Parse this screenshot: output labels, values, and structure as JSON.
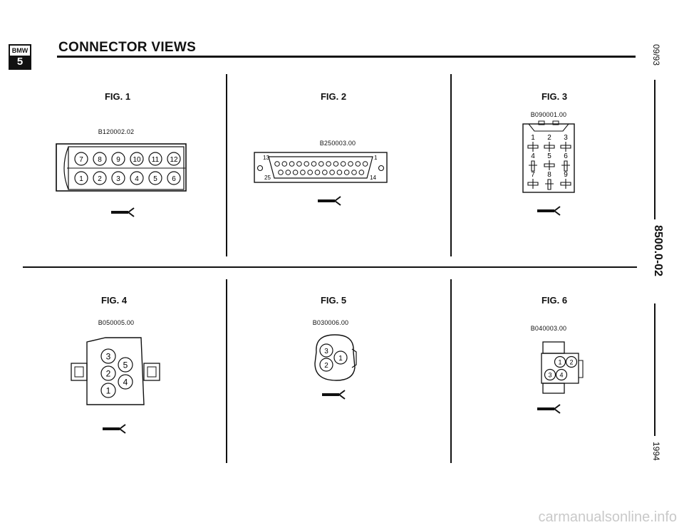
{
  "header": {
    "title": "CONNECTOR VIEWS",
    "logo_top": "BMW",
    "logo_bottom": "5"
  },
  "sidebar": {
    "date": "09/93",
    "section": "8500.0-02",
    "year": "1994"
  },
  "figures": [
    {
      "title": "FIG. 1",
      "ref": "B120002.02",
      "pins_top": [
        "7",
        "8",
        "9",
        "10",
        "11",
        "12"
      ],
      "pins_bottom": [
        "1",
        "2",
        "3",
        "4",
        "5",
        "6"
      ]
    },
    {
      "title": "FIG. 2",
      "ref": "B250003.00",
      "pin_labels": [
        "13",
        "1",
        "25",
        "14"
      ]
    },
    {
      "title": "FIG. 3",
      "ref": "B090001.00",
      "pin_labels": [
        "1",
        "2",
        "3",
        "4",
        "5",
        "6",
        "7",
        "8",
        "9"
      ]
    },
    {
      "title": "FIG. 4",
      "ref": "B050005.00",
      "pin_labels": [
        "3",
        "5",
        "2",
        "4",
        "1"
      ]
    },
    {
      "title": "FIG. 5",
      "ref": "B030006.00",
      "pin_labels": [
        "3",
        "1",
        "2"
      ]
    },
    {
      "title": "FIG. 6",
      "ref": "B040003.00",
      "pin_labels": [
        "1",
        "2",
        "3",
        "4"
      ]
    }
  ],
  "watermark": "carmanualsonline.info"
}
